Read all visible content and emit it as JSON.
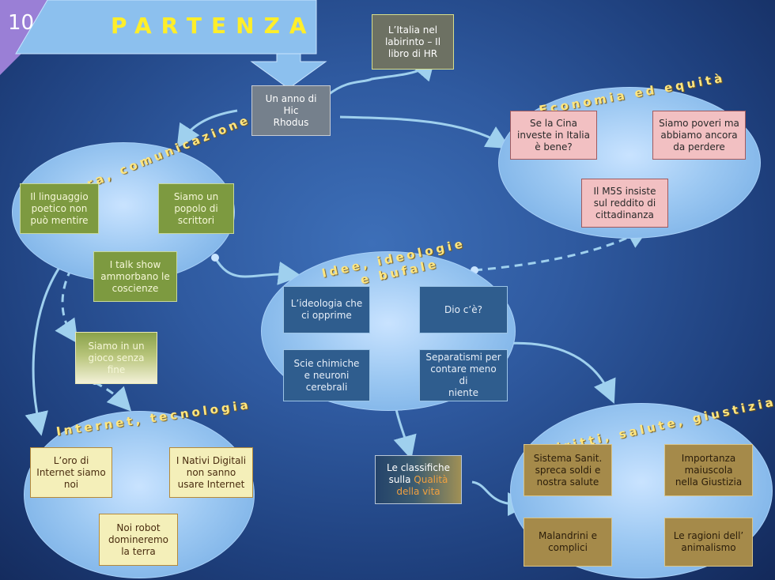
{
  "slide_number": "10",
  "header_title": "PARTENZA",
  "start_node": "Un anno di Hic\nRhodus",
  "book_node": "L’Italia nel\nlabirinto – Il\nlibro di HR",
  "groups": {
    "economia": {
      "title": "Economia ed equità",
      "items": [
        "Se la Cina\ninveste in Italia\nè bene?",
        "Siamo poveri ma\nabbiamo ancora\nda perdere",
        "Il M5S insiste\nsul reddito di\ncittadinanza"
      ]
    },
    "cultura": {
      "title": "Cultura, comunicazione",
      "items": [
        "Il linguaggio\npoetico non\npuò mentire",
        "Siamo un\npopolo di\nscrittori",
        "I talk show\nammorbano le\ncoscienze"
      ]
    },
    "gioco": "Siamo in un\ngioco senza\nfine",
    "idee": {
      "title_line1": "Idee, ideologie",
      "title_line2": "e bufale",
      "items": [
        "L’ideologia che\nci opprime",
        "Dio c’è?",
        "Scie chimiche\ne neuroni\ncerebrali",
        "Separatismi per\ncontare meno di\nniente"
      ]
    },
    "internet": {
      "title": "Internet, tecnologia",
      "items": [
        "L’oro di\nInternet siamo\nnoi",
        "I Nativi Digitali\nnon sanno\nusare Internet",
        "Noi robot\ndomineremo\nla terra"
      ]
    },
    "classifiche": {
      "line1": "Le classifiche",
      "line2_a": "sulla ",
      "line2_b": "Qualità",
      "line3": "della vita"
    },
    "diritti": {
      "title": "Diritti, salute, giustizia",
      "items": [
        "Sistema Sanit.\nspreca soldi e\nnostra salute",
        "Importanza\nmaiuscola\nnella Giustizia",
        "Malandrini e\ncomplici",
        "Le ragioni dell’\nanimalismo"
      ]
    }
  },
  "colors": {
    "background": "#2f5aa0",
    "arrow": "#9fd0ee",
    "title_gold": "#ffe680",
    "header_banner": "#7fb3e6",
    "slide_tab": "#9a7fd6"
  }
}
